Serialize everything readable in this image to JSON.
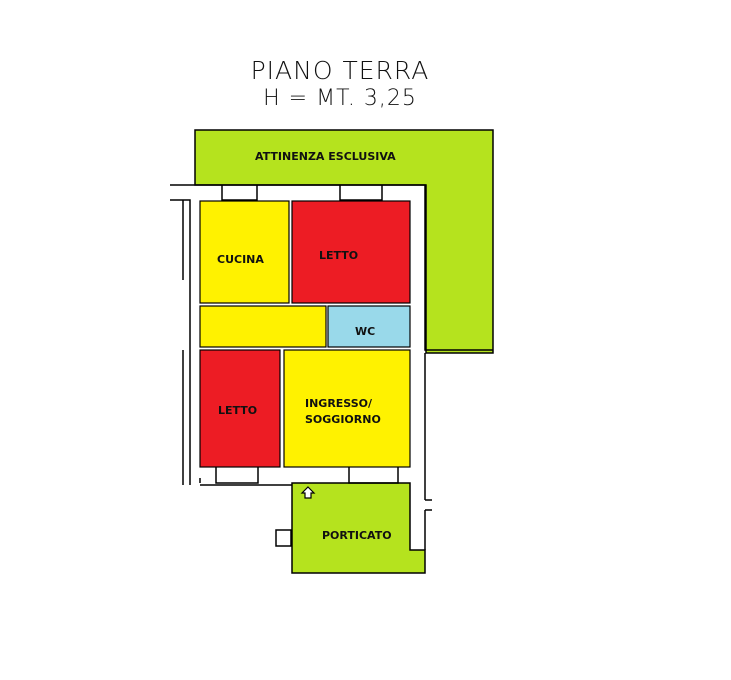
{
  "title": "PIANO TERRA",
  "height_note": "H = MT. 3,25",
  "rooms": {
    "garden": "ATTINENZA ESCLUSIVA",
    "kitchen": "CUCINA",
    "bedroom_1": "LETTO",
    "wc": "WC",
    "bedroom_2": "LETTO",
    "living_line1": "INGRESSO/",
    "living_line2": "SOGGIORNO",
    "porch": "PORTICATO"
  },
  "colors": {
    "green": "#b5e31e",
    "yellow": "#fff200",
    "red": "#ed1c24",
    "blue": "#99d9ea"
  }
}
